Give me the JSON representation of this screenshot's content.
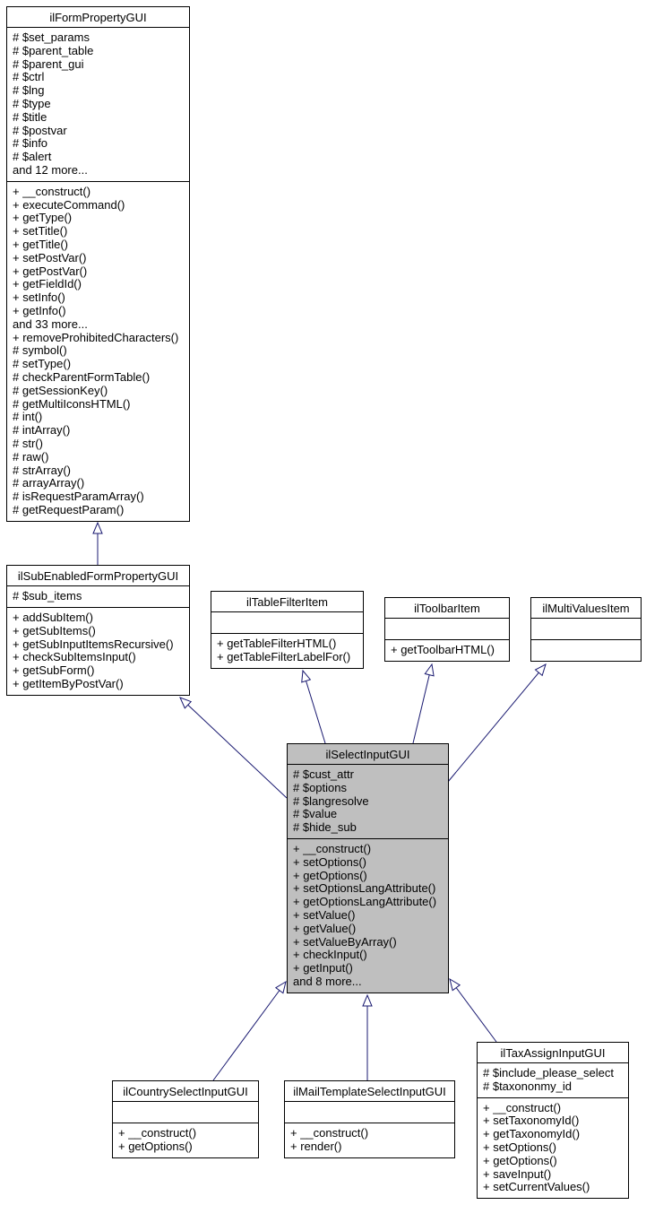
{
  "diagram": {
    "type": "uml-class-inheritance",
    "colors": {
      "background": "#ffffff",
      "node_fill": "#ffffff",
      "highlight_fill": "#bfbfbf",
      "border": "#000000",
      "edge": "#191970"
    },
    "classes": [
      {
        "name": "ilFormPropertyGUI",
        "highlighted": false,
        "attributes": [
          "# $set_params",
          "# $parent_table",
          "# $parent_gui",
          "# $ctrl",
          "# $lng",
          "# $type",
          "# $title",
          "# $postvar",
          "# $info",
          "# $alert",
          "and 12 more..."
        ],
        "methods": [
          "+ __construct()",
          "+ executeCommand()",
          "+ getType()",
          "+ setTitle()",
          "+ getTitle()",
          "+ setPostVar()",
          "+ getPostVar()",
          "+ getFieldId()",
          "+ setInfo()",
          "+ getInfo()",
          "and 33 more...",
          "+ removeProhibitedCharacters()",
          "# symbol()",
          "# setType()",
          "# checkParentFormTable()",
          "# getSessionKey()",
          "# getMultiIconsHTML()",
          "# int()",
          "# intArray()",
          "# str()",
          "# raw()",
          "# strArray()",
          "# arrayArray()",
          "# isRequestParamArray()",
          "# getRequestParam()"
        ]
      },
      {
        "name": "ilSubEnabledFormPropertyGUI",
        "highlighted": false,
        "attributes": [
          "# $sub_items"
        ],
        "methods": [
          "+ addSubItem()",
          "+ getSubItems()",
          "+ getSubInputItemsRecursive()",
          "+ checkSubItemsInput()",
          "+ getSubForm()",
          "+ getItemByPostVar()"
        ]
      },
      {
        "name": "ilTableFilterItem",
        "highlighted": false,
        "attributes": [],
        "methods": [
          "+ getTableFilterHTML()",
          "+ getTableFilterLabelFor()"
        ]
      },
      {
        "name": "ilToolbarItem",
        "highlighted": false,
        "attributes": [],
        "methods": [
          "+ getToolbarHTML()"
        ]
      },
      {
        "name": "ilMultiValuesItem",
        "highlighted": false,
        "attributes": [],
        "methods": []
      },
      {
        "name": "ilSelectInputGUI",
        "highlighted": true,
        "attributes": [
          "# $cust_attr",
          "# $options",
          "# $langresolve",
          "# $value",
          "# $hide_sub"
        ],
        "methods": [
          "+ __construct()",
          "+ setOptions()",
          "+ getOptions()",
          "+ setOptionsLangAttribute()",
          "+ getOptionsLangAttribute()",
          "+ setValue()",
          "+ getValue()",
          "+ setValueByArray()",
          "+ checkInput()",
          "+ getInput()",
          "and 8 more..."
        ]
      },
      {
        "name": "ilCountrySelectInputGUI",
        "highlighted": false,
        "attributes": [],
        "methods": [
          "+ __construct()",
          "+ getOptions()"
        ]
      },
      {
        "name": "ilMailTemplateSelectInputGUI",
        "highlighted": false,
        "attributes": [],
        "methods": [
          "+ __construct()",
          "+ render()"
        ]
      },
      {
        "name": "ilTaxAssignInputGUI",
        "highlighted": false,
        "attributes": [
          "# $include_please_select",
          "# $taxononmy_id"
        ],
        "methods": [
          "+ __construct()",
          "+ setTaxonomyId()",
          "+ getTaxonomyId()",
          "+ setOptions()",
          "+ getOptions()",
          "+ saveInput()",
          "+ setCurrentValues()"
        ]
      }
    ],
    "edges": [
      {
        "child": "ilSubEnabledFormPropertyGUI",
        "parent": "ilFormPropertyGUI"
      },
      {
        "child": "ilSelectInputGUI",
        "parent": "ilSubEnabledFormPropertyGUI"
      },
      {
        "child": "ilSelectInputGUI",
        "parent": "ilTableFilterItem"
      },
      {
        "child": "ilSelectInputGUI",
        "parent": "ilToolbarItem"
      },
      {
        "child": "ilSelectInputGUI",
        "parent": "ilMultiValuesItem"
      },
      {
        "child": "ilCountrySelectInputGUI",
        "parent": "ilSelectInputGUI"
      },
      {
        "child": "ilMailTemplateSelectInputGUI",
        "parent": "ilSelectInputGUI"
      },
      {
        "child": "ilTaxAssignInputGUI",
        "parent": "ilSelectInputGUI"
      }
    ]
  }
}
